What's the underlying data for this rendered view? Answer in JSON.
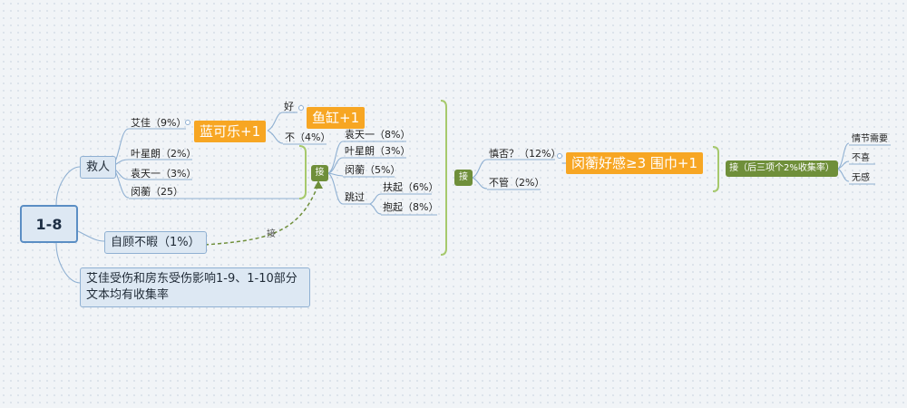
{
  "root": {
    "title": "1-8"
  },
  "rescue": {
    "label": "救人",
    "ai_jia": "艾佳（9%）",
    "lanke": "蓝可乐+1",
    "good": "好",
    "yugang": "鱼缸+1",
    "no": "不（4%）",
    "ye1": "叶星朗（2%）",
    "yuan1": "袁天一（3%）",
    "minheng1": "闵蘅（25）"
  },
  "self": {
    "label": "自顾不暇（1%）",
    "edge": "接"
  },
  "note": {
    "text": "艾佳受伤和房东受伤影响1-9、1-10部分文本均有收集率"
  },
  "answer1": {
    "label": "接",
    "yuan": "袁天一（8%）",
    "ye": "叶星朗（3%）",
    "minheng": "闵蘅（5%）",
    "skip": "跳过",
    "fuqi": "扶起（6%）",
    "baoqi": "抱起（8%）"
  },
  "answer2": {
    "label": "接",
    "shenfou": "慎否？（12%）",
    "buguan": "不管（2%）",
    "favor": "闵蘅好感≥3  围巾+1"
  },
  "answer3": {
    "label": "接（后三项个2%收集率）",
    "items": [
      "情节需要",
      "不喜",
      "无感"
    ]
  },
  "colors": {
    "accent_orange": "#f7a623",
    "node_green": "#6f8f3a",
    "node_blue": "#dde8f3",
    "line_blue": "#7ea6cf",
    "bracket_green": "#a6c96c"
  }
}
